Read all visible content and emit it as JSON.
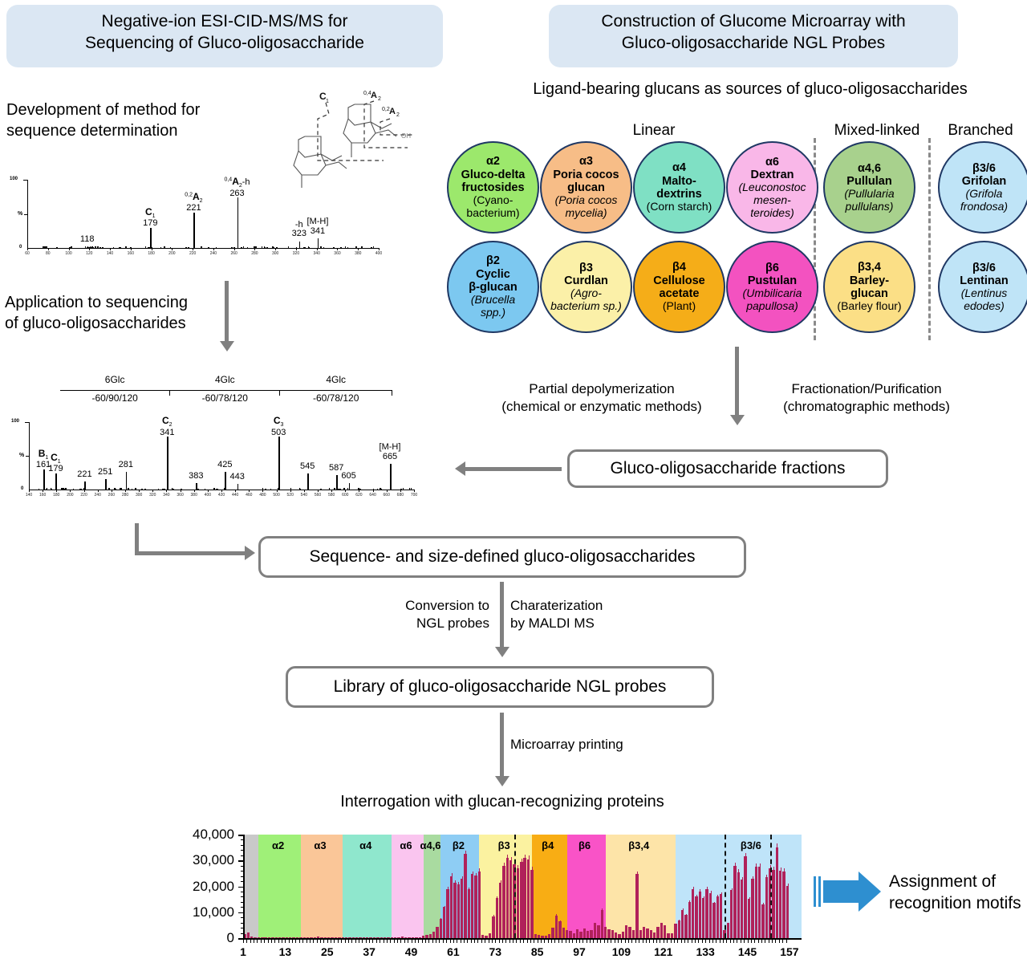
{
  "panels": {
    "left_title": "Negative-ion ESI-CID-MS/MS for\nSequencing of Gluco-oligosaccharide",
    "left_title_l1": "Negative-ion ESI-CID-MS/MS for",
    "left_title_l2": "Sequencing of Gluco-oligosaccharide",
    "right_title_l1": "Construction of Glucome Microarray with",
    "right_title_l2": "Gluco-oligosaccharide NGL Probes",
    "right_subtitle": "Ligand-bearing glucans as sources of gluco-oligosaccharides"
  },
  "left_flow": {
    "step1_l1": "Development of method for",
    "step1_l2": "sequence determination",
    "step2_l1": "Application to sequencing",
    "step2_l2": "of gluco-oligosaccharides"
  },
  "spectrum_top": {
    "y_axis_top": "100",
    "y_axis_mid": "%",
    "y_axis_bottom": "0",
    "peaks": [
      {
        "mz": 118,
        "intensity": 2,
        "label": "118",
        "sup": "",
        "bold": ""
      },
      {
        "mz": 179,
        "intensity": 30,
        "label": "179",
        "bold": "C",
        "sub": "1"
      },
      {
        "mz": 221,
        "intensity": 52,
        "label": "221",
        "bold": "A",
        "sub": "2",
        "sup": "0,2"
      },
      {
        "mz": 263,
        "intensity": 74,
        "label": "263",
        "bold": "A",
        "sub": "2",
        "sup": "0,4",
        "suffix": "-h"
      },
      {
        "mz": 323,
        "intensity": 10,
        "label": "323",
        "prefix": "-h"
      },
      {
        "mz": 341,
        "intensity": 14,
        "label": "341",
        "prefix": "[M-H]"
      }
    ],
    "structure_labels": [
      "C",
      "0,4A",
      "0,2A",
      "OH"
    ]
  },
  "spectrum_bottom": {
    "y_axis_top": "100",
    "y_axis_mid": "%",
    "y_axis_bottom": "0",
    "brackets": [
      {
        "top": "6Glc",
        "bottom": "-60/90/120"
      },
      {
        "top": "4Glc",
        "bottom": "-60/78/120"
      },
      {
        "top": "4Glc",
        "bottom": "-60/78/120"
      }
    ],
    "peaks": [
      {
        "mz": 161,
        "intensity": 30,
        "label": "161",
        "bold": "B",
        "sub": "1"
      },
      {
        "mz": 179,
        "intensity": 24,
        "label": "179",
        "bold": "C",
        "sub": "1"
      },
      {
        "mz": 221,
        "intensity": 12,
        "label": "221"
      },
      {
        "mz": 251,
        "intensity": 16,
        "label": "251"
      },
      {
        "mz": 281,
        "intensity": 26,
        "label": "281"
      },
      {
        "mz": 341,
        "intensity": 78,
        "label": "341",
        "bold": "C",
        "sub": "2"
      },
      {
        "mz": 383,
        "intensity": 10,
        "label": "383"
      },
      {
        "mz": 425,
        "intensity": 26,
        "label": "425"
      },
      {
        "mz": 443,
        "intensity": 8,
        "label": "443"
      },
      {
        "mz": 503,
        "intensity": 78,
        "label": "503",
        "bold": "C",
        "sub": "3"
      },
      {
        "mz": 545,
        "intensity": 24,
        "label": "545"
      },
      {
        "mz": 587,
        "intensity": 22,
        "label": "587"
      },
      {
        "mz": 605,
        "intensity": 10,
        "label": "605"
      },
      {
        "mz": 665,
        "intensity": 38,
        "label": "665",
        "prefix": "[M-H]"
      }
    ]
  },
  "glucans": {
    "group_labels": [
      "Linear",
      "Mixed-linked",
      "Branched"
    ],
    "row1": [
      {
        "code": "α2",
        "name_l1": "Gluco-delta",
        "name_l2": "fructosides",
        "source_l1": "(Cyano-",
        "source_l2": "bacterium)",
        "color": "#9ce86c",
        "italic_src": false
      },
      {
        "code": "α3",
        "name_l1": "Poria cocos",
        "name_l2": "glucan",
        "source_l1": "(Poria cocos",
        "source_l2": "mycelia)",
        "color": "#f7bd87",
        "italic_src": true
      },
      {
        "code": "α4",
        "name_l1": "Malto-",
        "name_l2": "dextrins",
        "source_l1": "(Corn starch)",
        "source_l2": "",
        "color": "#7fe0c4",
        "italic_src": false
      },
      {
        "code": "α6",
        "name_l1": "Dextran",
        "name_l2": "",
        "source_l1": "(Leuconostoc",
        "source_l2": "mesen-",
        "source_l3": "teroides)",
        "color": "#f9b7e8",
        "italic_src": true
      },
      {
        "code": "α4,6",
        "name_l1": "Pullulan",
        "name_l2": "",
        "source_l1": "(Pullularia",
        "source_l2": "pullulans)",
        "color": "#a8d18d",
        "italic_src": true
      },
      {
        "code": "β3/6",
        "name_l1": "Grifolan",
        "name_l2": "",
        "source_l1": "(Grifola",
        "source_l2": "frondosa)",
        "color": "#bfe4f7",
        "italic_src": true
      }
    ],
    "row2": [
      {
        "code": "β2",
        "name_l1": "Cyclic",
        "name_l2": "β-glucan",
        "source_l1": "(Brucella",
        "source_l2": "spp.)",
        "color": "#7cc8f0",
        "italic_src": true
      },
      {
        "code": "β3",
        "name_l1": "Curdlan",
        "name_l2": "",
        "source_l1": "(Agro-",
        "source_l2": "bacterium sp.)",
        "color": "#fbf0a8",
        "italic_src": true
      },
      {
        "code": "β4",
        "name_l1": "Cellulose",
        "name_l2": "acetate",
        "source_l1": "(Plant)",
        "source_l2": "",
        "color": "#f5ad18",
        "italic_src": false
      },
      {
        "code": "β6",
        "name_l1": "Pustulan",
        "name_l2": "",
        "source_l1": "(Umbilicaria",
        "source_l2": "papullosa)",
        "color": "#f352c0",
        "italic_src": true
      },
      {
        "code": "β3,4",
        "name_l1": "Barley-",
        "name_l2": "glucan",
        "source_l1": "(Barley flour)",
        "source_l2": "",
        "color": "#fbdf86",
        "italic_src": false
      },
      {
        "code": "β3/6",
        "name_l1": "Lentinan",
        "name_l2": "",
        "source_l1": "(Lentinus",
        "source_l2": "edodes)",
        "color": "#bfe4f7",
        "italic_src": true
      }
    ]
  },
  "process": {
    "partial_depoly_l1": "Partial depolymerization",
    "partial_depoly_l2": "(chemical or enzymatic methods)",
    "fractionation_l1": "Fractionation/Purification",
    "fractionation_l2": "(chromatographic methods)",
    "box_fractions": "Gluco-oligosaccharide fractions",
    "box_sequence": "Sequence- and size-defined gluco-oligosaccharides",
    "conversion_l1": "Conversion to",
    "conversion_l2": "NGL probes",
    "charact_l1": "Charaterization",
    "charact_l2": "by MALDI MS",
    "box_library": "Library of gluco-oligosaccharide NGL probes",
    "microarray_printing": "Microarray printing",
    "interrogation": "Interrogation with glucan-recognizing proteins",
    "assignment_l1": "Assignment of",
    "assignment_l2": "recognition motifs"
  },
  "chart_data": {
    "type": "bar",
    "title": "Interrogation with glucan-recognizing proteins",
    "xlabel": "",
    "ylabel": "",
    "ylim": [
      0,
      40000
    ],
    "yticks": [
      0,
      10000,
      20000,
      30000,
      40000
    ],
    "ytick_labels": [
      "0",
      "10,000",
      "20,000",
      "30,000",
      "40,000"
    ],
    "xticks": [
      1,
      13,
      25,
      37,
      49,
      61,
      73,
      85,
      97,
      109,
      121,
      133,
      145,
      157
    ],
    "grid": false,
    "legend": "none",
    "bar_color": "#b0215a",
    "n_probes": 160,
    "bands": [
      {
        "label": "",
        "start": 1,
        "end": 5,
        "color": "#c9c9c9"
      },
      {
        "label": "α2",
        "start": 5,
        "end": 17,
        "color": "#9ff078"
      },
      {
        "label": "α3",
        "start": 17,
        "end": 29,
        "color": "#fac698"
      },
      {
        "label": "α4",
        "start": 29,
        "end": 43,
        "color": "#8fe7cd"
      },
      {
        "label": "α6",
        "start": 43,
        "end": 52,
        "color": "#fac5ef"
      },
      {
        "label": "α4,6",
        "start": 52,
        "end": 57,
        "color": "#a9dba0"
      },
      {
        "label": "β2",
        "start": 57,
        "end": 68,
        "color": "#8ecdf4"
      },
      {
        "label": "β3",
        "start": 68,
        "end": 83,
        "color": "#fbf2a0"
      },
      {
        "label": "β4",
        "start": 83,
        "end": 93,
        "color": "#f8ad14"
      },
      {
        "label": "β6",
        "start": 93,
        "end": 104,
        "color": "#f953c7"
      },
      {
        "label": "β3,4",
        "start": 104,
        "end": 124,
        "color": "#fde4a8"
      },
      {
        "label": "β3/6",
        "start": 124,
        "end": 160,
        "color": "#bfe4f9"
      }
    ],
    "dashed_separators": [
      78,
      138,
      151
    ],
    "values": [
      1500,
      2300,
      600,
      200,
      150,
      100,
      120,
      90,
      130,
      400,
      250,
      120,
      100,
      80,
      90,
      110,
      130,
      100,
      90,
      120,
      400,
      500,
      300,
      250,
      450,
      300,
      180,
      140,
      120,
      100,
      90,
      110,
      120,
      100,
      90,
      80,
      100,
      120,
      110,
      90,
      100,
      110,
      120,
      130,
      100,
      700,
      300,
      200,
      120,
      110,
      400,
      900,
      1200,
      1600,
      2500,
      4500,
      7500,
      12000,
      19000,
      24000,
      21500,
      20800,
      23000,
      32500,
      18800,
      24800,
      24200,
      25800,
      1200,
      900,
      1800,
      8500,
      15500,
      21500,
      28000,
      31000,
      30000,
      28500,
      27000,
      29500,
      31000,
      30500,
      26500,
      1500,
      1200,
      1000,
      900,
      1500,
      4000,
      8800,
      6500,
      4000,
      3200,
      2800,
      2000,
      3400,
      2500,
      3600,
      2800,
      3200,
      6000,
      5000,
      11000,
      4500,
      3400,
      3000,
      2200,
      1600,
      2600,
      5000,
      4200,
      3000,
      24800,
      3200,
      4200,
      3600,
      3000,
      2200,
      4200,
      6000,
      5000,
      2000,
      1800,
      5500,
      6800,
      11000,
      9000,
      14000,
      19000,
      16000,
      18000,
      15500,
      19000,
      17500,
      13500,
      16000,
      17000,
      3200,
      6000,
      18500,
      28000,
      25500,
      22500,
      31500,
      15300,
      23000,
      27500,
      27500,
      13000,
      23500,
      27000,
      26500,
      35000,
      26000,
      25700,
      20200,
      0,
      0,
      0,
      0
    ]
  }
}
